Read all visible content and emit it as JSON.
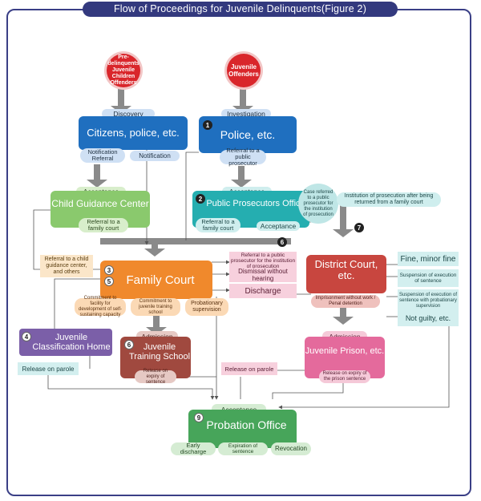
{
  "title": "Flow of Proceedings for Juvenile Delinquents(Figure 2)",
  "start_left": "Pre-delinquents Juvenile Children Offenders",
  "start_right": "Juvenile Offenders",
  "discovery": "Discovery",
  "citizens": "Citizens, police, etc.",
  "notif_referral": "Notification Referral",
  "notification": "Notification",
  "investigation": "Investigation",
  "num1": "1",
  "police": "Police, etc.",
  "referral_pp": "Referral to a public prosecutor",
  "acceptance_cgc": "Acceptance",
  "cgc": "Child Guidance Center",
  "referral_fc_cgc": "Referral to a family court",
  "acceptance_ppo": "Acceptance",
  "num2": "2",
  "ppo": "Public Prosecutors Office",
  "referral_fc_ppo": "Referral to a family court",
  "acceptance_ppo2": "Acceptance",
  "num6": "6",
  "case_referred": "Case referred to a public prosecutor for the institution of prosecution",
  "institution": "Institution of prosecution after being returned from a family court",
  "num7": "7",
  "referral_cgc_left": "Referral to a child guidance center, and others",
  "num3": "3",
  "num5": "5",
  "family_court": "Family Court",
  "referral_pp_inst": "Referral to a public prosecutor for the institution of prosecution",
  "dismissal": "Dismissal without hearing",
  "discharge": "Discharge",
  "commit_dev": "Commitment to facility for development of self-sustaining capacity",
  "commit_train": "Commitment to juvenile training school",
  "probationary": "Probationary supervision",
  "num4": "4",
  "jch": "Juvenile Classification Home",
  "admission_left": "Admission",
  "num6b": "6",
  "jts": "Juvenile Training School",
  "release_expiry_left": "Release on expiry of sentence",
  "release_parole_left": "Release on parole",
  "district_court": "District Court, etc.",
  "imprisonment": "Imprisonment without work / Penal detention",
  "fine": "Fine, minor fine",
  "suspension1": "Suspension of execution of sentence",
  "suspension2": "Suspension of execution of sentence with probationary supervision",
  "not_guilty": "Not guilty, etc.",
  "admission_right": "Admission",
  "jp": "Juvenile Prison, etc.",
  "release_expiry_right": "Release on expiry of the prison sentence",
  "release_parole_right": "Release on parole",
  "acceptance_po": "Acceptance",
  "num9": "9",
  "probation_office": "Probation Office",
  "early_discharge": "Early discharge",
  "expiration": "Expiration of sentence",
  "revocation": "Revocation",
  "colors": {
    "frame": "#3a3f86",
    "police": "#1f6fbf",
    "cgc": "#8ac96d",
    "ppo": "#25aeb0",
    "family_court": "#f0892c",
    "jch": "#7b5fa8",
    "jts": "#a0493f",
    "district": "#c8463f",
    "jp": "#e46a9c",
    "probation": "#47a55a",
    "start": "#d9262b",
    "arrow": "#8a8a8a"
  }
}
